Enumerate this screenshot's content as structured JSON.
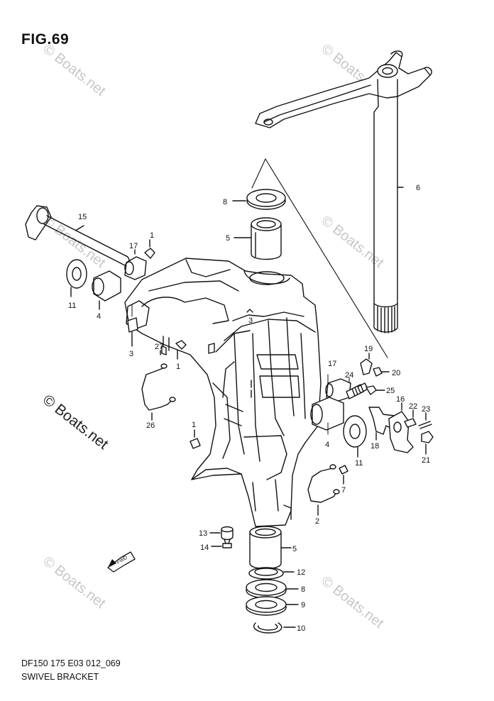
{
  "figure": {
    "title": "FIG.69",
    "code": "DF150 175 E03 012_069",
    "name": "SWIVEL BRACKET"
  },
  "watermarks": {
    "small": "© Boats.net",
    "large": "© Boats.net"
  },
  "arrow_label": "FWD",
  "callouts": [
    "1",
    "1",
    "1",
    "2",
    "3",
    "3",
    "4",
    "4",
    "5",
    "5",
    "6",
    "7",
    "8",
    "8",
    "9",
    "10",
    "11",
    "11",
    "12",
    "13",
    "14",
    "15",
    "16",
    "17",
    "17",
    "18",
    "19",
    "20",
    "21",
    "22",
    "23",
    "24",
    "25",
    "26",
    "27"
  ]
}
